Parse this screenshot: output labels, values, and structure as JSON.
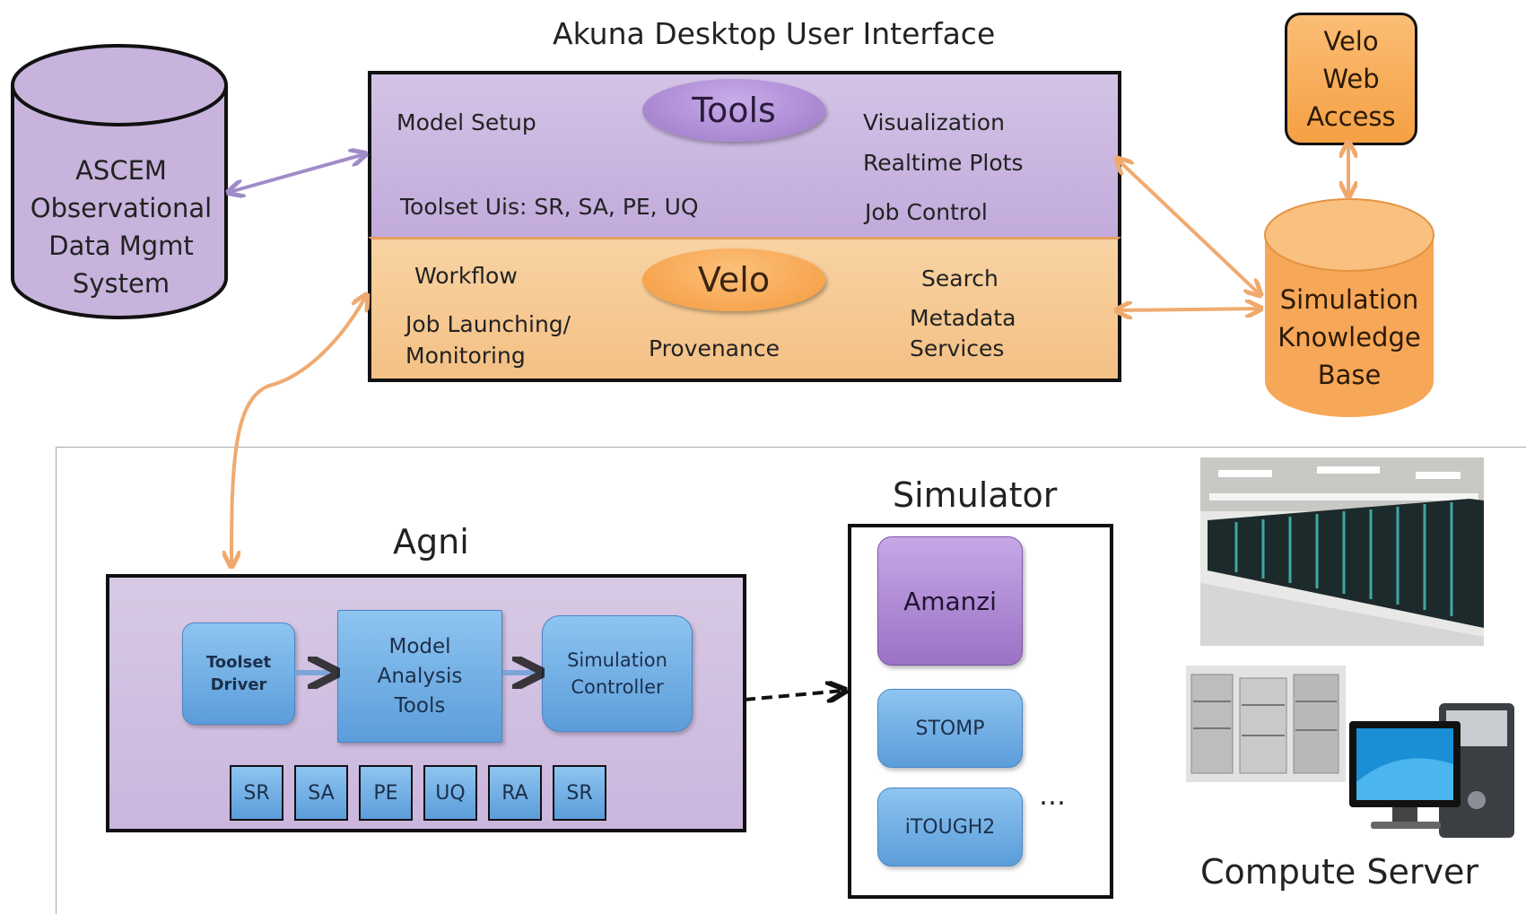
{
  "title": "Akuna Desktop User Interface",
  "colors": {
    "purple_fill": "#c8b3dd",
    "orange_fill": "#f7c98f",
    "orange_accent": "#f6a252",
    "purple_oval": "#a784cf",
    "purple_arrow": "#a18cc8",
    "orange_arrow": "#f0aa70",
    "blue_box": "#6aa8e2",
    "amanzi": "#a47dcb"
  },
  "ascem": {
    "lines": [
      "ASCEM",
      "Observational",
      "Data Mgmt",
      "System"
    ],
    "icon": "database-cylinder-icon"
  },
  "tools_panel": {
    "badge": "Tools",
    "model_setup": "Model Setup",
    "toolset_uis": "Toolset Uis: SR, SA, PE, UQ",
    "visualization": "Visualization",
    "realtime_plots": "Realtime Plots",
    "job_control": "Job Control"
  },
  "velo_panel": {
    "badge": "Velo",
    "workflow": "Workflow",
    "job_launching": "Job Launching/",
    "monitoring": "Monitoring",
    "provenance": "Provenance",
    "search": "Search",
    "metadata": "Metadata",
    "services": "Services"
  },
  "velo_web": {
    "lines": [
      "Velo",
      "Web",
      "Access"
    ]
  },
  "knowledge_base": {
    "lines": [
      "Simulation",
      "Knowledge",
      "Base"
    ],
    "icon": "database-cylinder-icon"
  },
  "agni": {
    "title": "Agni",
    "toolset_driver": [
      "Toolset",
      "Driver"
    ],
    "model_analysis": [
      "Model",
      "Analysis",
      "Tools"
    ],
    "sim_controller": [
      "Simulation",
      "Controller"
    ],
    "modules": [
      "SR",
      "SA",
      "PE",
      "UQ",
      "RA",
      "SR"
    ]
  },
  "simulator": {
    "title": "Simulator",
    "amanzi": "Amanzi",
    "stomp": "STOMP",
    "itough": "iTOUGH2",
    "ellipsis": "…"
  },
  "compute": {
    "label": "Compute Server",
    "images": [
      "supercomputer-photo",
      "server-rack-photo",
      "desktop-computer-icon"
    ]
  }
}
